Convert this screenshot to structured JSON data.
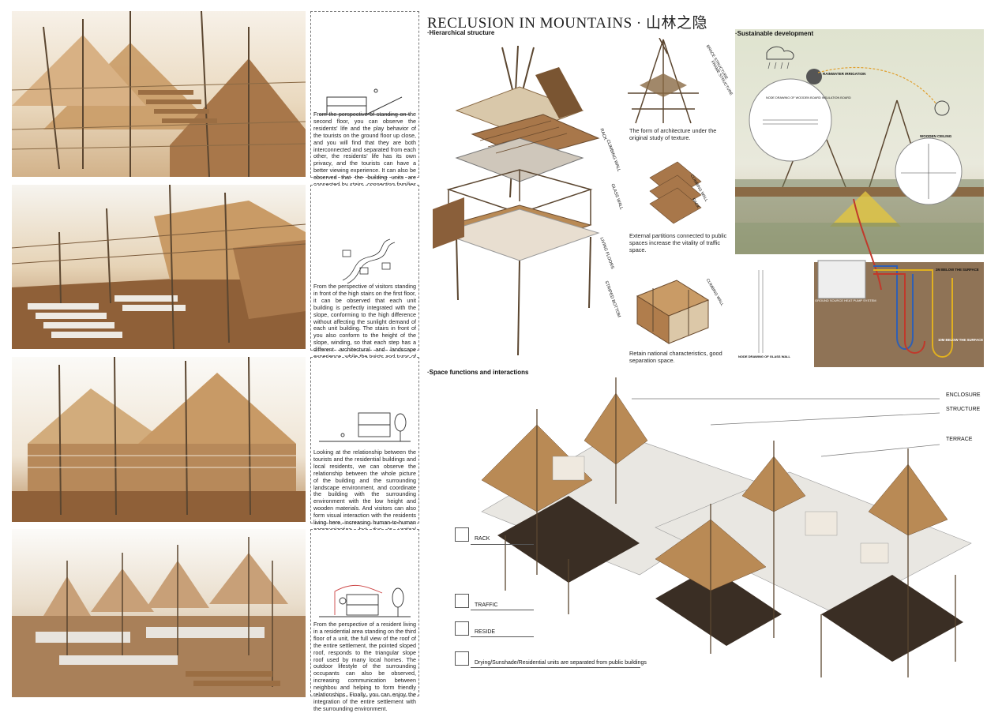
{
  "poster": {
    "title": "RECLUSION IN MOUNTAINS · 山林之隐"
  },
  "views": [
    {
      "text": "From the perspective of standing on the second floor, you can observe the residents' life and the play behavior of the tourists on the ground floor up close, and you will find that they are both interconnected and separated from each other, the residents' life has its own privacy, and the tourists can have a better viewing experience. It can also be observed that the building units are connected by stairs, connecting families in series, facilitating communication."
    },
    {
      "text": "From the perspective of visitors standing in front of the high stairs on the first floor, it can be observed that each unit building is perfectly integrated with the slope, conforming to the high difference without affecting the sunlight demand of each unit building. The stairs in front of you also conform to the height of the slope, winding, so that each step has a different architectural and landscape experience, while the twists and turns of the path will also make visitors curious."
    },
    {
      "text": "Looking at the relationship between the tourists and the residential buildings and local residents, we can observe the relationship between the whole picture of the building and the surrounding landscape environment, and coordinate the building with the surrounding environment with the low height and wooden materials. And visitors can also form visual interaction with the residents living here, increasing human-to-human communication, but due to vertical division, there will be no conflict and cross-flow between each other."
    },
    {
      "text": "From the perspective of a resident living in a residential area standing on the third floor of a unit, the full view of the roof of the entire settlement, the pointed sloped roof, responds to the triangular slope roof used by many local homes. The outdoor lifestyle of the surrounding occupants can also be observed, increasing communication between neighbou and helping to form friendly relationships. Finally, you can enjoy the integration of the entire settlement with the surrounding environment."
    }
  ],
  "hierarchy": {
    "heading": "·Hierarchical structure",
    "exploded_labels": [
      "RACK",
      "CLIMBING WALL",
      "GLASS WALL",
      "LIVING FLOORS",
      "STRIPED BOTTOM"
    ],
    "small_labels": [
      "BRACE STRUCTURE",
      "FRAME STRUCTURE",
      "CLIMBING WALL",
      "RACK",
      "CLIMBING WALL"
    ],
    "captions": [
      "The form of architecture under the original study of texture.",
      "External partitions connected to public spaces increase the vitality of traffic space.",
      "Retain national characteristics, good separation space."
    ]
  },
  "sustainable": {
    "heading": "·Sustainable development",
    "labels": {
      "rain": "RAINWATER IRRIGATION",
      "node_wood": "NODE DRAWING OF WOODEN BOARD INSULATION BOARD",
      "ceiling": "WOODEN CEILING",
      "depth1": "2M BELOW THE SURFACE",
      "heat": "GROUND SOURCE HEAT PUMP SYSTEM",
      "depth2": "10M BELOW THE SURFACE",
      "node_glass": "NODE DRAWING OF GLASS WALL"
    }
  },
  "space": {
    "heading": "·Space functions and interactions",
    "right_labels": [
      "ENCLOSURE",
      "STRUCTURE",
      "TERRACE"
    ],
    "legend": [
      {
        "label": "RACK"
      },
      {
        "label": "TRAFFIC"
      },
      {
        "label": "RESIDE"
      },
      {
        "label": "Drying/Sunshade/Residential units are separated from public buildings"
      }
    ]
  },
  "colors": {
    "wood": "#b98a55",
    "wood_dark": "#7a5532",
    "frame": "#5b4630",
    "paper": "#f3ebdf",
    "pipe_red": "#c0392b",
    "pipe_blue": "#2f5fb3",
    "pipe_yellow": "#e0b020"
  }
}
